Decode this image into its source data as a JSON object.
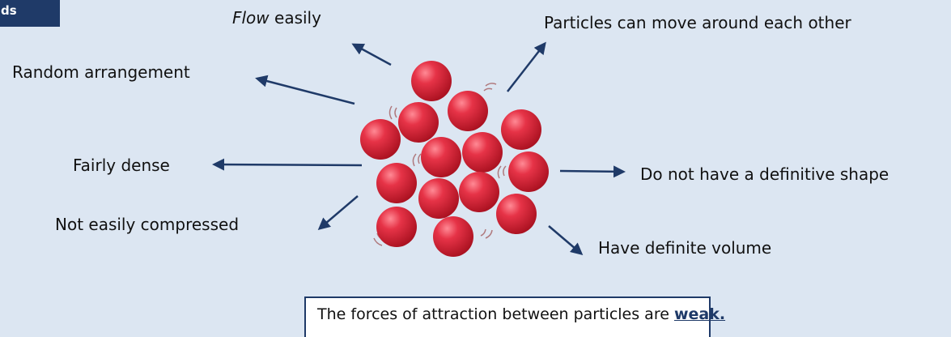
{
  "header": {
    "tab_text": "ds"
  },
  "labels": {
    "flow_italic": "Flow",
    "flow_rest": " easily",
    "move": "Particles can move around each other",
    "random": "Random arrangement",
    "dense": "Fairly dense",
    "compressed": "Not easily compressed",
    "shape": "Do not have a definitive shape",
    "volume": "Have definite volume"
  },
  "info_box": {
    "text": "The forces of attraction between particles are ",
    "emphasis": "weak."
  },
  "colors": {
    "background": "#dce6f2",
    "tab": "#1f3a68",
    "arrow": "#1f3a68",
    "particle": "#d9253a",
    "particle_highlight": "#ff8a95"
  }
}
